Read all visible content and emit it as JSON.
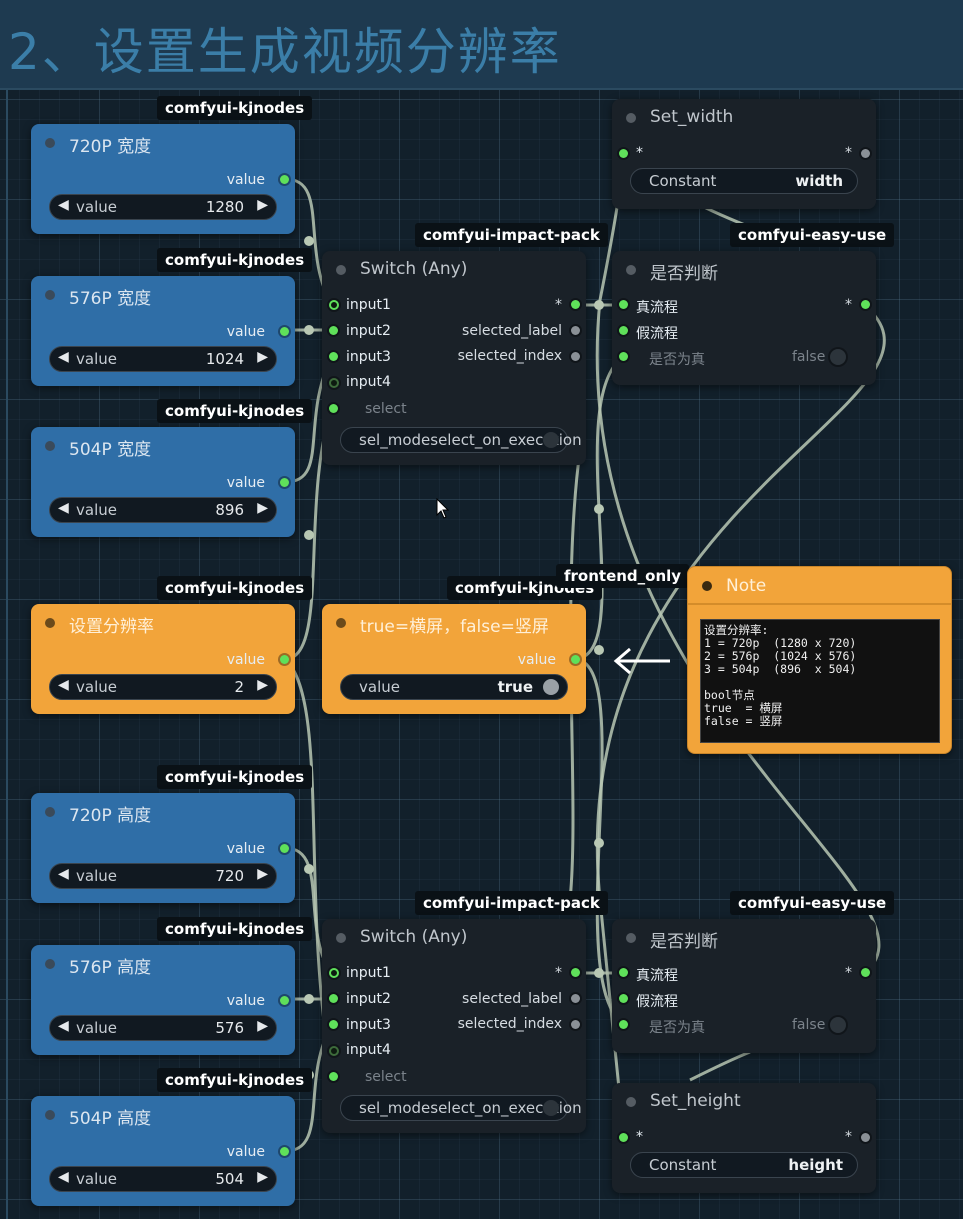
{
  "group": {
    "title": "2、设置生成视频分辨率"
  },
  "badges": {
    "kjnodes": "comfyui-kjnodes",
    "impact": "comfyui-impact-pack",
    "easy": "comfyui-easy-use",
    "frontend": "frontend_only"
  },
  "int_nodes": [
    {
      "title": "720P 宽度",
      "output": "value",
      "widget_label": "value",
      "value": "1280"
    },
    {
      "title": "576P 宽度",
      "output": "value",
      "widget_label": "value",
      "value": "1024"
    },
    {
      "title": "504P 宽度",
      "output": "value",
      "widget_label": "value",
      "value": "896"
    },
    {
      "title": "设置分辨率",
      "output": "value",
      "widget_label": "value",
      "value": "2"
    },
    {
      "title": "720P 高度",
      "output": "value",
      "widget_label": "value",
      "value": "720"
    },
    {
      "title": "576P 高度",
      "output": "value",
      "widget_label": "value",
      "value": "576"
    },
    {
      "title": "504P 高度",
      "output": "value",
      "widget_label": "value",
      "value": "504"
    }
  ],
  "switch_nodes": [
    {
      "title": "Switch (Any)",
      "inputs": [
        "input1",
        "input2",
        "input3",
        "input4"
      ],
      "outputs": [
        "*",
        "selected_label",
        "selected_index"
      ],
      "select_label": "select",
      "sel_mode": "sel_modeselect_on_execution"
    },
    {
      "title": "Switch (Any)",
      "inputs": [
        "input1",
        "input2",
        "input3",
        "input4"
      ],
      "outputs": [
        "*",
        "selected_label",
        "selected_index"
      ],
      "select_label": "select",
      "sel_mode": "sel_modeselect_on_execution"
    }
  ],
  "bool_node": {
    "title": "true=横屏，false=竖屏",
    "output": "value",
    "widget_label": "value",
    "value": "true"
  },
  "if_nodes": [
    {
      "title": "是否判断",
      "inputs": [
        "真流程",
        "假流程",
        "是否为真"
      ],
      "output": "*",
      "widget_value": "false"
    },
    {
      "title": "是否判断",
      "inputs": [
        "真流程",
        "假流程",
        "是否为真"
      ],
      "output": "*",
      "widget_value": "false"
    }
  ],
  "set_nodes": [
    {
      "title": "Set_width",
      "in": "*",
      "out": "*",
      "widget_label": "Constant",
      "widget_value": "width"
    },
    {
      "title": "Set_height",
      "in": "*",
      "out": "*",
      "widget_label": "Constant",
      "widget_value": "height"
    }
  ],
  "note": {
    "title": "Note",
    "text": "设置分辨率:\n1 = 720p  (1280 x 720)\n2 = 576p  (1024 x 576)\n3 = 504p  (896  x 504)\n\nbool节点\ntrue  = 横屏\nfalse = 竖屏"
  },
  "icons": {
    "left_arrow": "◀",
    "right_arrow": "▶"
  },
  "colors": {
    "int_node": "#2f6ea7",
    "primitive_node": "#f2a43a",
    "dark_node": "#1a2128",
    "slot": "#5fe05a",
    "wire": "#b9c8b4"
  }
}
